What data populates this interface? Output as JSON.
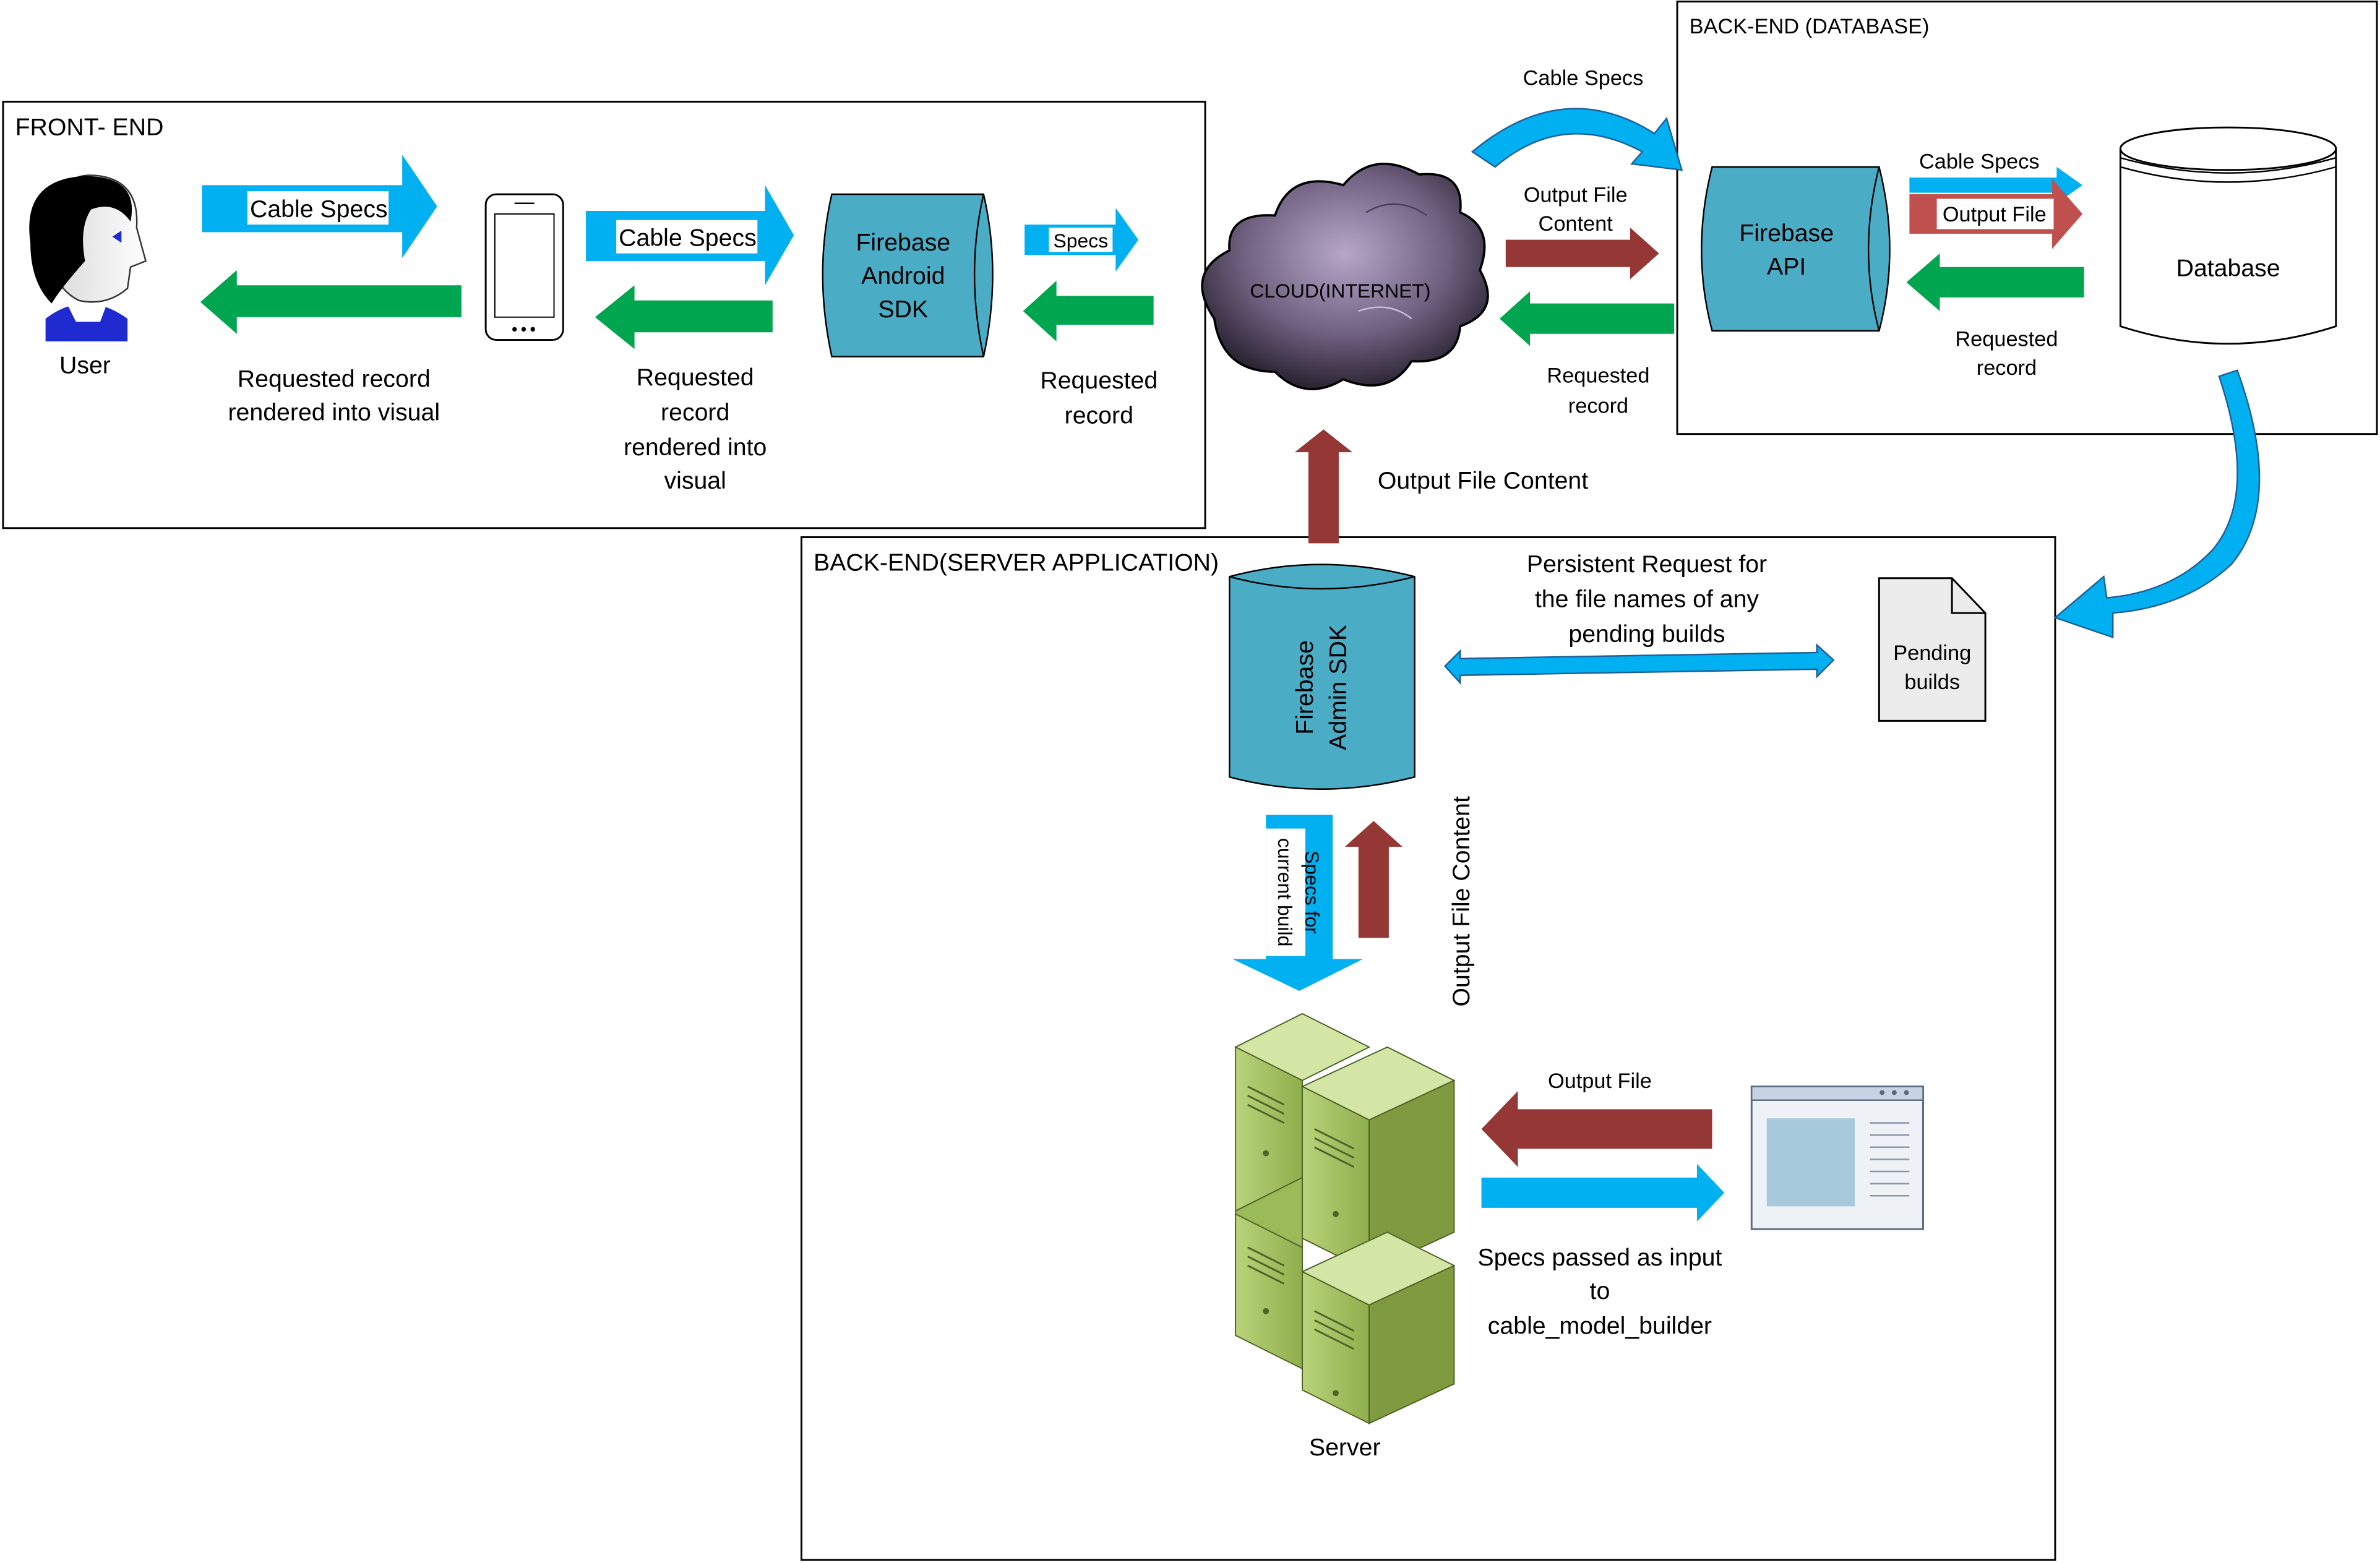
{
  "sections": {
    "front_end": "FRONT- END",
    "back_end_database": "BACK-END (DATABASE)",
    "back_end_server": "BACK-END(SERVER APPLICATION)"
  },
  "front_end": {
    "user_label": "User",
    "cable_specs_1": "Cable Specs",
    "cable_specs_2": "Cable Specs",
    "specs_small": "Specs",
    "sdk_line1": "Firebase",
    "sdk_line2": "Android",
    "sdk_line3": "SDK",
    "return_left_line1": "Requested record",
    "return_left_line2": "rendered into visual",
    "return_mid_line1": "Requested",
    "return_mid_line2": "record",
    "return_mid_line3": "rendered into",
    "return_mid_line4": "visual",
    "return_right_line1": "Requested",
    "return_right_line2": "record"
  },
  "cloud": {
    "label": "CLOUD(INTERNET)",
    "cable_specs_up": "Cable Specs",
    "output_file_content_line1": "Output File",
    "output_file_content_line2": "Content",
    "requested_record_line1": "Requested",
    "requested_record_line2": "record",
    "output_file_content_up": "Output File Content"
  },
  "database_section": {
    "api_line1": "Firebase",
    "api_line2": "API",
    "cable_specs": "Cable Specs",
    "output_file": "Output File",
    "requested_record_line1": "Requested",
    "requested_record_line2": "record",
    "database_label": "Database"
  },
  "server_section": {
    "admin_sdk_line1": "Firebase",
    "admin_sdk_line2": "Admin SDK",
    "persistent_line1": "Persistent Request for",
    "persistent_line2": "the file names of any",
    "persistent_line3": "pending builds",
    "pending_line1": "Pending",
    "pending_line2": "builds",
    "specs_current_line1": "Specs for",
    "specs_current_line2": "current build",
    "output_file_content_vertical": "Output File Content",
    "output_file_label": "Output File",
    "specs_input_line1": "Specs passed as input",
    "specs_input_line2": "to",
    "specs_input_line3": "cable_model_builder",
    "server_label": "Server"
  },
  "colors": {
    "blue_arrow": "#00b0f0",
    "green_arrow": "#00a550",
    "red_arrow": "#953735",
    "cylinder_teal": "#4bacc6",
    "server_green": "#9bbb59"
  },
  "icons": {
    "user": "user-avatar-icon",
    "phone": "smartphone-icon",
    "cloud": "cloud-icon",
    "database": "database-cylinder-icon",
    "document": "document-icon",
    "server": "server-tower-icon",
    "app_window": "app-window-icon"
  }
}
